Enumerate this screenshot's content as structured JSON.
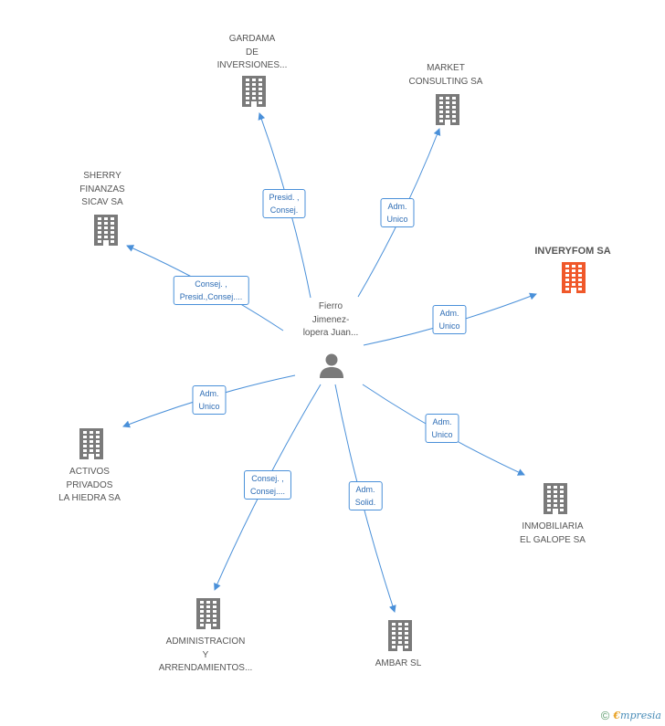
{
  "colors": {
    "edge": "#4a90d9",
    "node_icon": "#7a7a7a",
    "highlight_icon": "#f0582a",
    "label_text": "#555555"
  },
  "center": {
    "name": "Fierro\nJimenez-\nlopera Juan...",
    "icon": "person-icon"
  },
  "companies": [
    {
      "id": "gardama",
      "name": "GARDAMA\nDE\nINVERSIONES...",
      "role": "Presid. ,\nConsej.",
      "highlight": false
    },
    {
      "id": "market",
      "name": "MARKET\nCONSULTING SA",
      "role": "Adm.\nUnico",
      "highlight": false
    },
    {
      "id": "sherry",
      "name": "SHERRY\nFINANZAS\nSICAV SA",
      "role": "Consej. ,\nPresid.,Consej....",
      "highlight": false
    },
    {
      "id": "inveryfom",
      "name": "INVERYFOM SA",
      "role": "Adm.\nUnico",
      "highlight": true
    },
    {
      "id": "activos",
      "name": "ACTIVOS\nPRIVADOS\nLA HIEDRA SA",
      "role": "Adm.\nUnico",
      "highlight": false
    },
    {
      "id": "inmobiliaria",
      "name": "INMOBILIARIA\nEL GALOPE SA",
      "role": "Adm.\nUnico",
      "highlight": false
    },
    {
      "id": "administracion",
      "name": "ADMINISTRACION\nY\nARRENDAMIENTOS...",
      "role": "Consej. ,\nConsej....",
      "highlight": false
    },
    {
      "id": "ambar",
      "name": "AMBAR SL",
      "role": "Adm.\nSolid.",
      "highlight": false
    }
  ],
  "footer": {
    "copyright": "©",
    "brand_initial": "€",
    "brand_rest": "mpresia"
  }
}
